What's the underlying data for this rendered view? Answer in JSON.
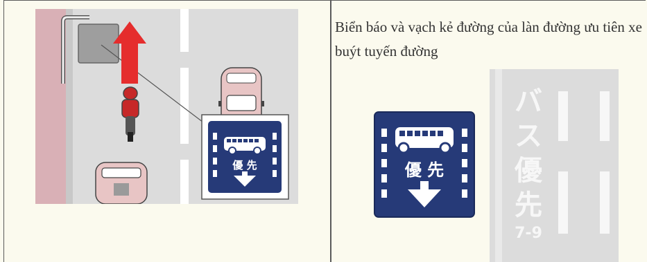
{
  "caption": "Biển báo và vạch kẻ đường của làn đường ưu tiên xe buýt tuyến đường",
  "sign_small": {
    "text": "優 先"
  },
  "sign_large": {
    "text": "優 先"
  },
  "road_marking": {
    "line1": "バ",
    "line2": "ス",
    "line3": "優",
    "line4": "先",
    "hours": "7-9"
  },
  "colors": {
    "sign_blue": "#263a78",
    "arrow_red": "#e52d2d",
    "curb_pink": "#d9b0b6",
    "road_gray": "#dcdcdc"
  }
}
